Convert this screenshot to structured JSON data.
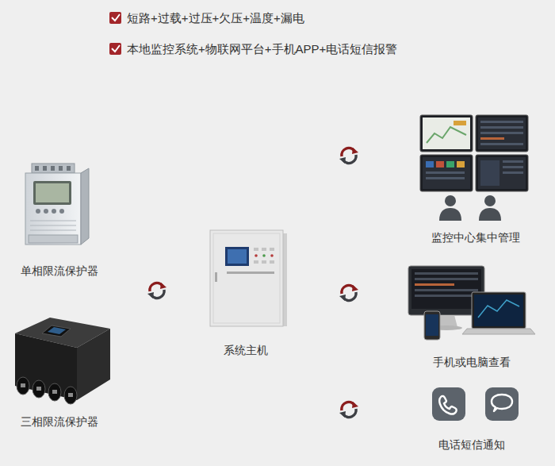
{
  "diagram": {
    "nodes": [
      {
        "text": [
          "单相限流保护器"
        ]
      },
      {
        "text": [
          "三相限流保护器"
        ]
      },
      {
        "text": [
          "系统主机"
        ]
      },
      {
        "text": [
          "监控中心集中管理"
        ]
      },
      {
        "text": [
          "手机或电脑查看"
        ]
      },
      {
        "text": [
          "电话短信通知"
        ]
      }
    ],
    "labels": [
      "短路+过载+过压+欠压+温度+漏电",
      "本地监控系统+物联网平台+手机APP+电话短信报警"
    ]
  }
}
